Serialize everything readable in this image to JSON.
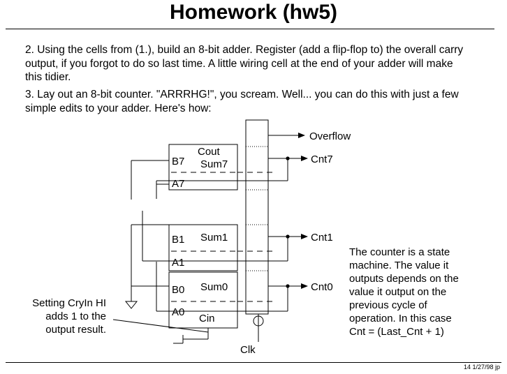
{
  "slide": {
    "title": "Homework (hw5)",
    "footer": "14  1/27/98  jp"
  },
  "text": {
    "p2": "2.  Using the cells from (1.), build an 8-bit adder.  Register (add a flip-flop to) the overall carry output, if you forgot to do so last time.  A little wiring cell at the end of your adder will make this tidier.",
    "p3": "3.  Lay out an 8-bit counter.  \"ARRRHG!\", you scream.  Well... you can do this with just a few simple edits to your adder.  Here's how:"
  },
  "diagram": {
    "labels": {
      "overflow": "Overflow",
      "cout": "Cout",
      "b7": "B7",
      "sum7": "Sum7",
      "a7": "A7",
      "cnt7": "Cnt7",
      "b1": "B1",
      "sum1": "Sum1",
      "a1": "A1",
      "cnt1": "Cnt1",
      "b0": "B0",
      "sum0": "Sum0",
      "a0": "A0",
      "cin": "Cin",
      "cnt0": "Cnt0",
      "clk": "Clk"
    },
    "note_left": [
      "Setting CryIn HI",
      "adds 1 to the",
      "output result."
    ],
    "note_right": [
      "The counter is a state",
      "machine.  The value it",
      "outputs depends on the",
      "value it output on the",
      "previous cycle of",
      "operation.  In this case",
      "Cnt = (Last_Cnt + 1)"
    ]
  }
}
